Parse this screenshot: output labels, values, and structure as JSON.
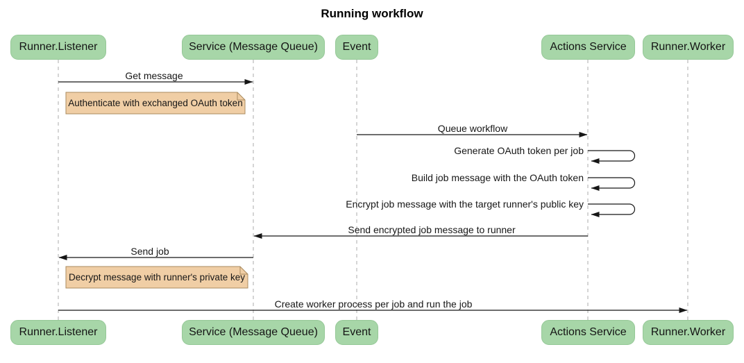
{
  "title": "Running workflow",
  "participants": [
    {
      "label": "Runner.Listener"
    },
    {
      "label": "Service (Message Queue)"
    },
    {
      "label": "Event"
    },
    {
      "label": "Actions Service"
    },
    {
      "label": "Runner.Worker"
    }
  ],
  "messages": [
    {
      "label": "Get message",
      "from": "Runner.Listener",
      "to": "Service (Message Queue)",
      "kind": "arrow"
    },
    {
      "label": "Queue workflow",
      "from": "Event",
      "to": "Actions Service",
      "kind": "arrow"
    },
    {
      "label": "Generate OAuth token per job",
      "from": "Actions Service",
      "to": "Actions Service",
      "kind": "self"
    },
    {
      "label": "Build job message with the OAuth token",
      "from": "Actions Service",
      "to": "Actions Service",
      "kind": "self"
    },
    {
      "label": "Encrypt job message with the target runner's public key",
      "from": "Actions Service",
      "to": "Actions Service",
      "kind": "self"
    },
    {
      "label": "Send encrypted job message to runner",
      "from": "Actions Service",
      "to": "Service (Message Queue)",
      "kind": "arrow"
    },
    {
      "label": "Send job",
      "from": "Service (Message Queue)",
      "to": "Runner.Listener",
      "kind": "arrow"
    },
    {
      "label": "Create worker process per job and run the job",
      "from": "Runner.Listener",
      "to": "Runner.Worker",
      "kind": "arrow"
    }
  ],
  "notes": [
    {
      "text": "Authenticate with exchanged OAuth token",
      "over": "Runner.Listener"
    },
    {
      "text": "Decrypt message with runner's private key",
      "over": "Runner.Listener"
    }
  ],
  "colors": {
    "participant_fill": "#A7D6A8",
    "participant_border": "#95C897",
    "participant_text": "#141414",
    "note_fill": "#F0CEA5",
    "note_border": "#AA8B5E",
    "message_line": "#161616",
    "message_text": "#161616",
    "lifeline": "#ABABAB",
    "background": "#FFFFFF",
    "title_text": "#000000"
  }
}
